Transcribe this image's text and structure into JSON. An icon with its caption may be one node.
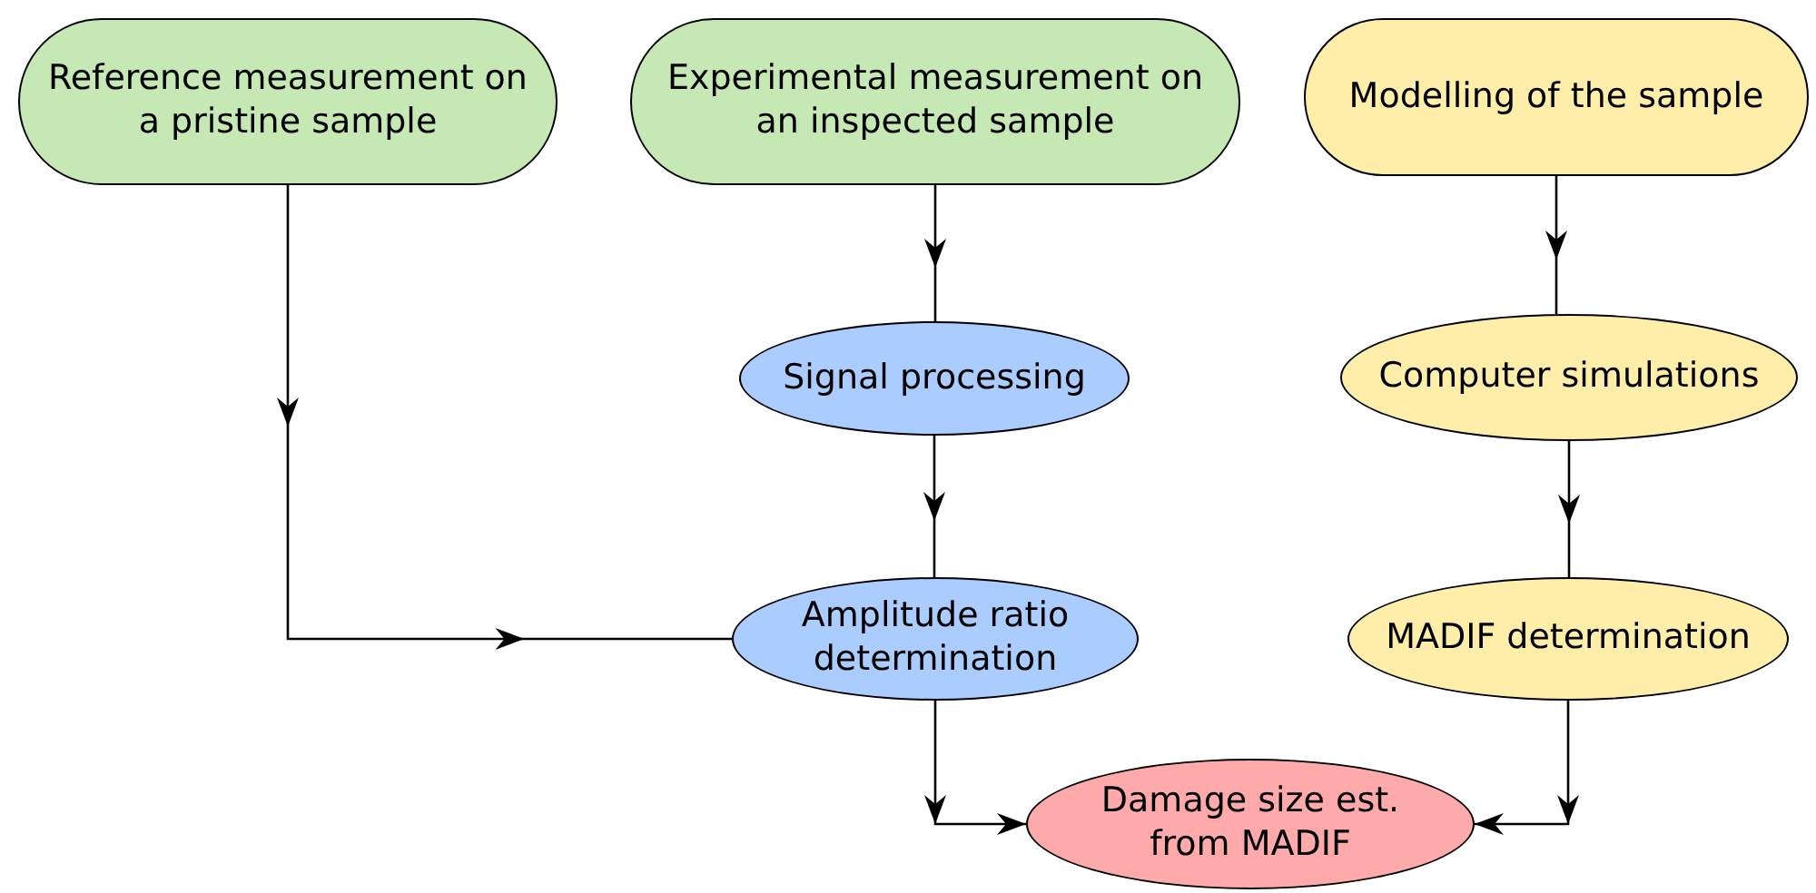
{
  "diagram": {
    "nodes": [
      {
        "text": [
          "Reference measurement on a pristine sample"
        ]
      },
      {
        "text": [
          "Experimental measurement on an inspected sample"
        ]
      },
      {
        "text": [
          "Modelling of the sample"
        ]
      },
      {
        "text": [
          "Signal processing"
        ]
      },
      {
        "text": [
          "Computer simulations"
        ]
      },
      {
        "text": [
          "Amplitude ratio determination"
        ]
      },
      {
        "text": [
          "MADIF determination"
        ]
      },
      {
        "text": [
          "Damage size est. from MADIF"
        ]
      }
    ],
    "edges": [
      {
        "from": 0,
        "to": 5,
        "arrow": "to"
      },
      {
        "from": 1,
        "to": 3,
        "arrow": "to"
      },
      {
        "from": 3,
        "to": 5,
        "arrow": "to"
      },
      {
        "from": 5,
        "to": 7,
        "arrow": "to"
      },
      {
        "from": 2,
        "to": 4,
        "arrow": "to"
      },
      {
        "from": 4,
        "to": 6,
        "arrow": "to"
      },
      {
        "from": 6,
        "to": 7,
        "arrow": "to"
      }
    ]
  }
}
